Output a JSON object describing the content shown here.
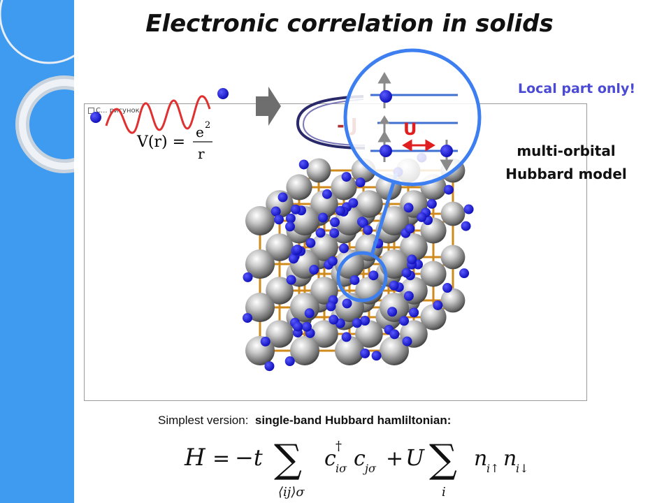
{
  "title": "Electronic correlation in solids",
  "image_placeholder": "С... рисунок.",
  "coulomb": {
    "lhs": "V(r) = ",
    "numerator": "e",
    "exponent": "2",
    "denominator": "r"
  },
  "labels": {
    "local_part": "Local part only!",
    "model_line1": "multi-orbital",
    "model_line2": "Hubbard model",
    "hund_j": "- J",
    "hubbard_u": "U"
  },
  "bottom": {
    "simplest_prefix": "Simplest version:",
    "simplest_bold": "single-band Hubbard hamliltonian:"
  },
  "hamiltonian": {
    "lhs": "H",
    "equals": "=",
    "minus_t": "−t",
    "sum_sub1": "⟨ij⟩σ",
    "c_dag": "c",
    "c_dag_sup": "†",
    "c_dag_sub": "iσ",
    "c": "c",
    "c_sub": "jσ",
    "plus": "+",
    "U": "U",
    "sum_sub2": "i",
    "n1": "n",
    "n1_sub": "i↑",
    "n2": "n",
    "n2_sub": "i↓"
  },
  "colors": {
    "sidebar_blue": "#3f9bf0",
    "electron": "#1515d8",
    "bond": "#d08a1c",
    "wave": "#e03030",
    "hund": "#b03030",
    "local_text": "#4a4ad6",
    "highlight_ring": "#3d7ff0"
  }
}
